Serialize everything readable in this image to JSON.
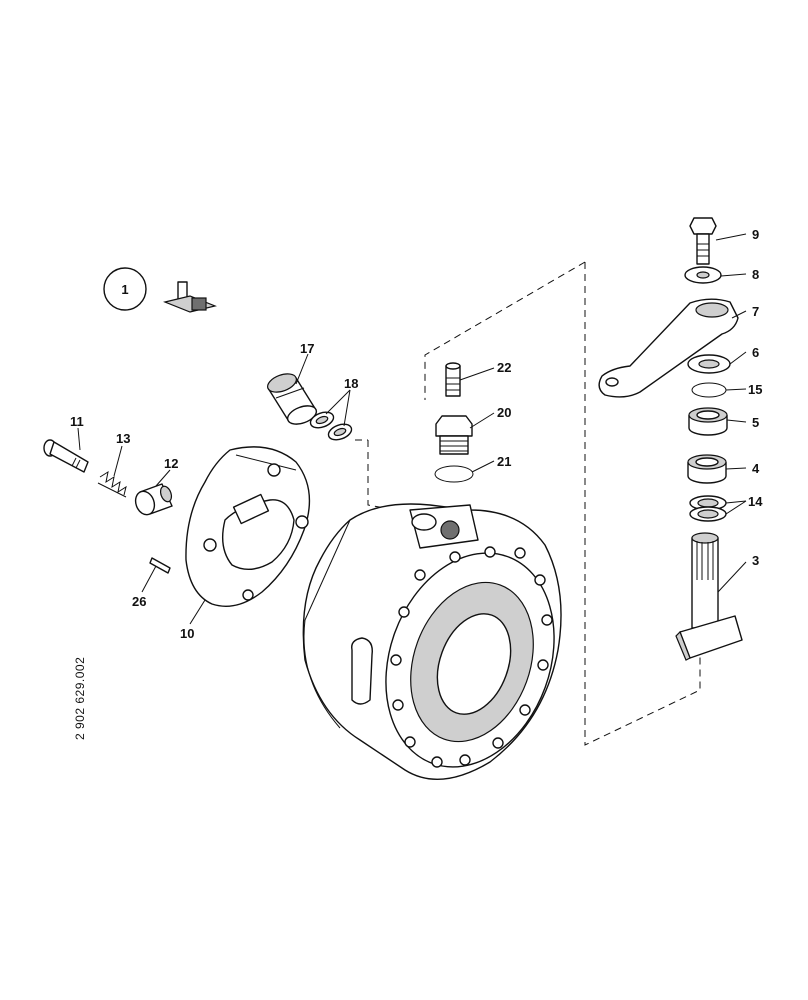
{
  "document_number": "2 902 629.002",
  "view_marker": "1",
  "callouts": {
    "c9": "9",
    "c8": "8",
    "c7": "7",
    "c6": "6",
    "c15": "15",
    "c5": "5",
    "c4": "4",
    "c14": "14",
    "c3": "3",
    "c22": "22",
    "c20": "20",
    "c21": "21",
    "c17": "17",
    "c18": "18",
    "c11": "11",
    "c13": "13",
    "c12": "12",
    "c26": "26",
    "c10": "10"
  }
}
